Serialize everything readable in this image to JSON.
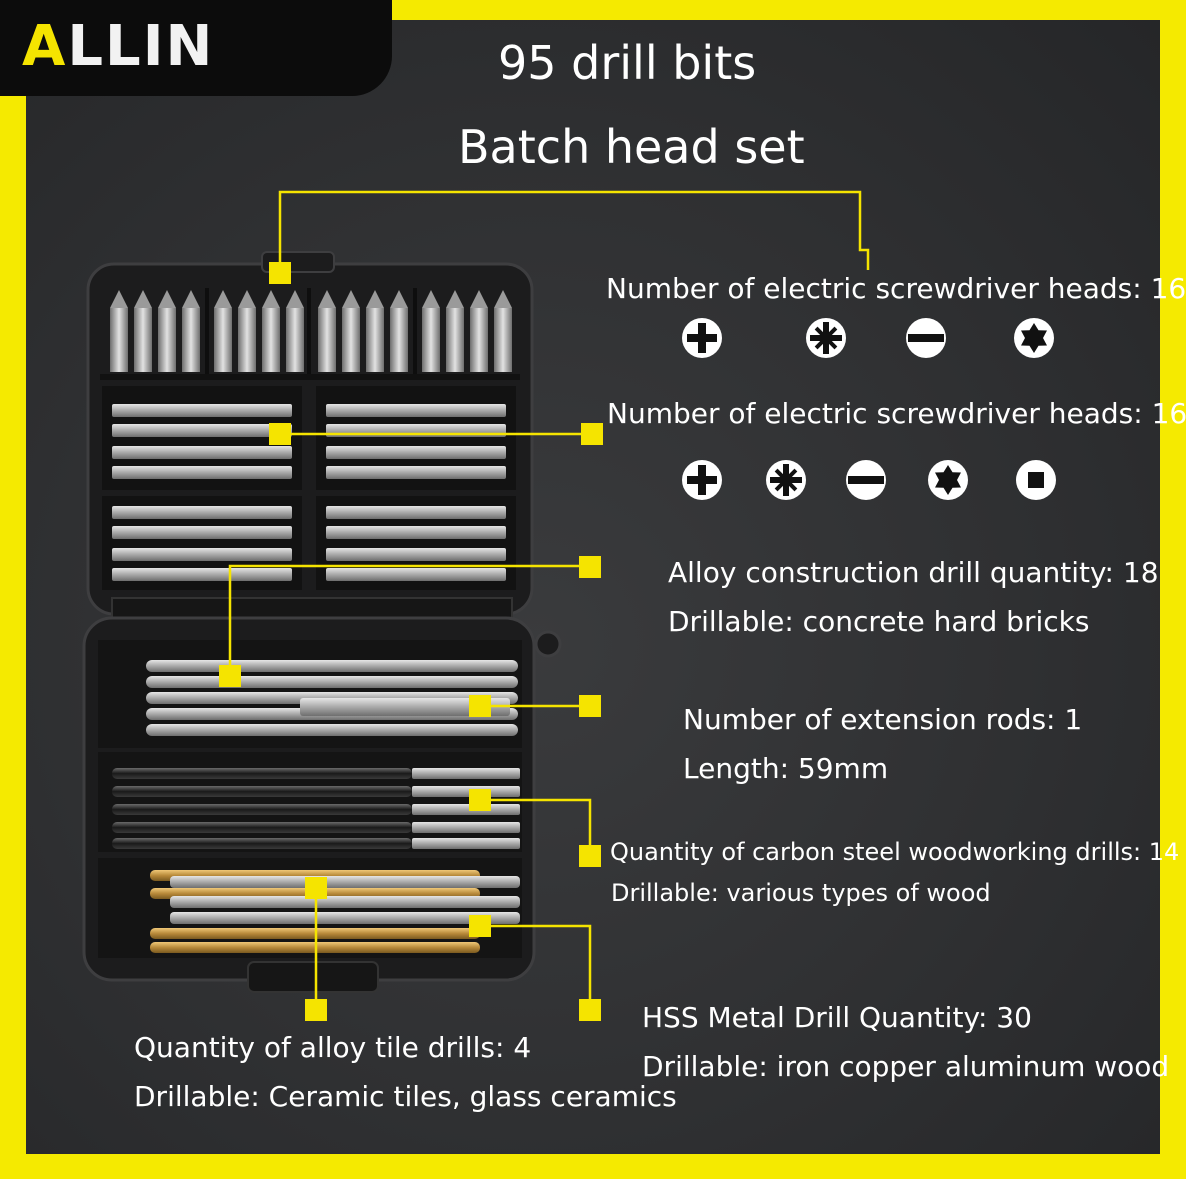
{
  "brand": "ALLIN",
  "title_line1": "95 drill bits",
  "title_line2": "Batch head set",
  "labels": {
    "screwdriver_heads_1": "Number of electric screwdriver heads: 16",
    "screwdriver_heads_2": "Number of electric screwdriver heads: 16",
    "alloy_construction": "Alloy construction drill quantity: 18",
    "alloy_construction_use": "Drillable: concrete hard bricks",
    "extension_rods": "Number of extension rods: 1",
    "extension_length": "Length: 59mm",
    "carbon_steel": "Quantity of carbon steel woodworking drills: 14",
    "carbon_steel_use": "Drillable: various types of wood",
    "hss_metal": "HSS Metal Drill Quantity: 30",
    "hss_metal_use": "Drillable: iron copper aluminum wood",
    "alloy_tile": "Quantity of alloy tile drills: 4",
    "alloy_tile_use": "Drillable: Ceramic tiles, glass ceramics"
  },
  "icons_row1": [
    "phillips-icon",
    "pozidriv-icon",
    "slotted-icon",
    "torx-icon"
  ],
  "icons_row2": [
    "phillips-icon",
    "pozidriv-icon",
    "slotted-icon",
    "torx-icon",
    "square-icon"
  ],
  "colors": {
    "accent": "#f5e400",
    "background": "#2f3032",
    "text": "#ffffff"
  }
}
